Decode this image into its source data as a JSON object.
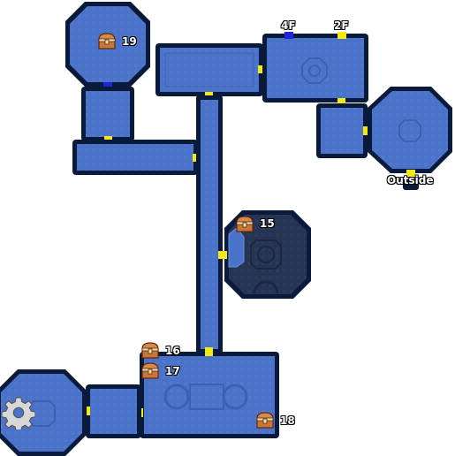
{
  "map": {
    "colors": {
      "outline": "#0a1a3a",
      "room": "#4a72c8",
      "room_inner": "#5a82d6",
      "room_detail": "#3d60b0",
      "dark_room": "#263454",
      "dark_detail": "#1c2640",
      "door_yellow": "#f2e81a",
      "door_blue": "#1c28d8"
    },
    "labels": {
      "stairs_4f": "4F",
      "stairs_2f": "2F",
      "outside": "Outside"
    },
    "chests": [
      {
        "id": "chest-19",
        "number": "19",
        "icon": "treasure-chest-icon"
      },
      {
        "id": "chest-15",
        "number": "15",
        "icon": "treasure-chest-icon"
      },
      {
        "id": "chest-16",
        "number": "16",
        "icon": "treasure-chest-icon"
      },
      {
        "id": "chest-17",
        "number": "17",
        "icon": "treasure-chest-icon"
      },
      {
        "id": "chest-18",
        "number": "18",
        "icon": "treasure-chest-icon"
      }
    ],
    "settings_icon": "gear-icon"
  }
}
